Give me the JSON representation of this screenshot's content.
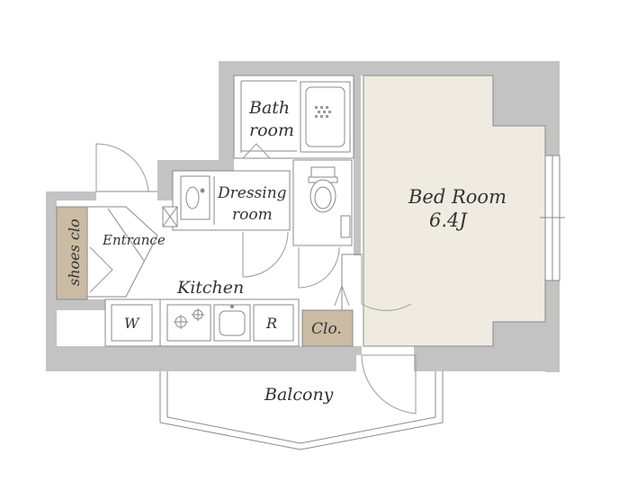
{
  "colors": {
    "wall": "#c3c3c3",
    "bedroom_floor": "#efebe1",
    "storage": "#cbbba3",
    "line": "#8a8a8a",
    "text": "#333333"
  },
  "rooms": {
    "bath": "Bath",
    "bath2": "room",
    "dressing": "Dressing",
    "dressing2": "room",
    "entrance": "Entrance",
    "shoes": "shoes clo",
    "kitchen": "Kitchen",
    "bedroom": "Bed Room",
    "bedroom_size": "6.4J",
    "closet": "Clo.",
    "balcony": "Balcony"
  },
  "appliances": {
    "washer": "W",
    "fridge": "R"
  },
  "icons": [
    "bathtub-icon",
    "toilet-icon",
    "sink-icon",
    "stove-icon",
    "washer-icon",
    "fridge-icon",
    "door-swing-icon",
    "window-icon"
  ]
}
